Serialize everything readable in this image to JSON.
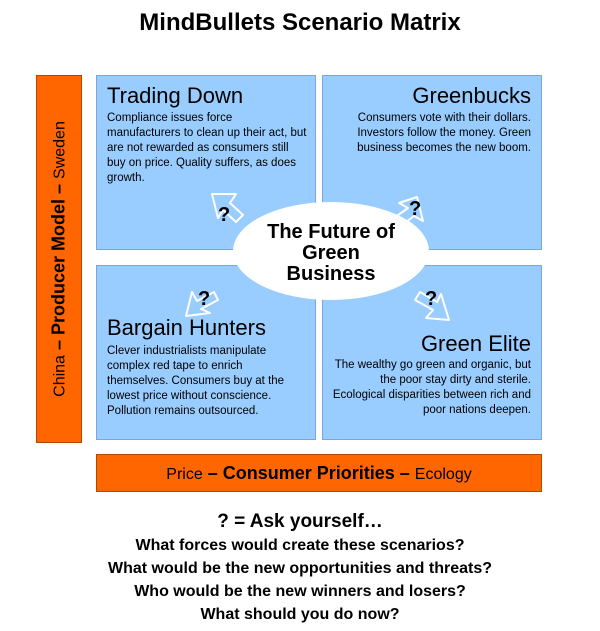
{
  "title": "MindBullets Scenario Matrix",
  "quadrants": {
    "top_left": {
      "heading": "Trading Down",
      "body": "Compliance issues force manufacturers to clean up their act, but are not rewarded as consumers still buy on price. Quality suffers, as does growth."
    },
    "top_right": {
      "heading": "Greenbucks",
      "body": "Consumers vote with their dollars. Investors follow the money. Green business becomes the new boom."
    },
    "bottom_left": {
      "heading": "Bargain Hunters",
      "body": "Clever industrialists manipulate complex red tape to enrich themselves. Consumers buy at the lowest price without conscience. Pollution remains outsourced."
    },
    "bottom_right": {
      "heading": "Green Elite",
      "body": "The wealthy go green and organic, but the poor stay dirty and sterile. Ecological disparities between rich and poor nations deepen."
    }
  },
  "center": {
    "line1": "The Future of",
    "line2": "Green",
    "line3": "Business"
  },
  "question_mark": "?",
  "producer_axis": {
    "left": "China",
    "sep1": " – ",
    "main": "Producer Model",
    "sep2": " – ",
    "right": "Sweden"
  },
  "consumer_axis": {
    "left": "Price",
    "sep1": " – ",
    "main": "Consumer Priorities",
    "sep2": " – ",
    "right": "Ecology"
  },
  "footer": {
    "heading": "? = Ask yourself…",
    "questions": [
      "What forces would create these scenarios?",
      "What would be the new opportunities and threats?",
      "Who would be the new winners and losers?",
      "What should you do now?"
    ]
  },
  "colors": {
    "quadrant_fill": "#99ccff",
    "axis_bar": "#ff6600",
    "center_ellipse": "#ffffff",
    "arrow": "#99ccff"
  }
}
